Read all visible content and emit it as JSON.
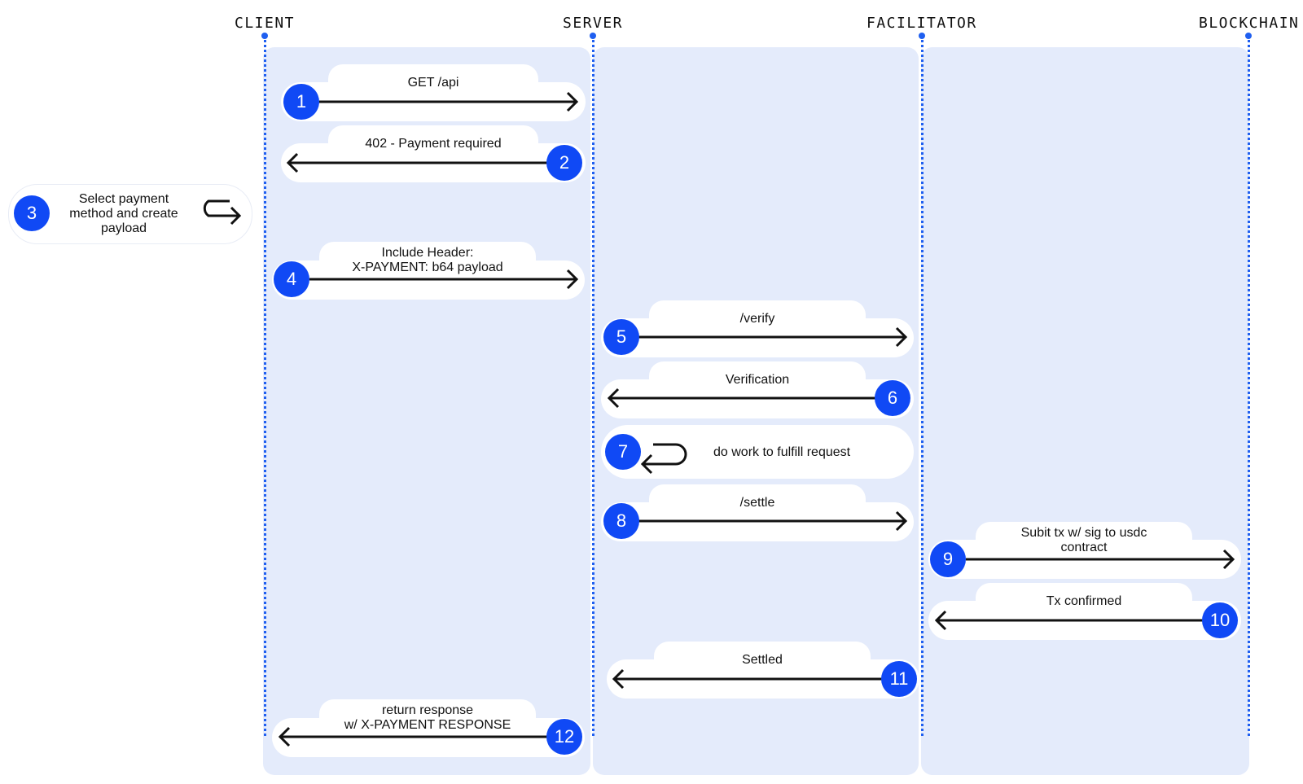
{
  "actors": [
    {
      "id": "client",
      "label": "CLIENT"
    },
    {
      "id": "server",
      "label": "SERVER"
    },
    {
      "id": "facilitator",
      "label": "FACILITATOR"
    },
    {
      "id": "blockchain",
      "label": "BLOCKCHAIN"
    }
  ],
  "steps": [
    {
      "number": "1",
      "label": "GET /api"
    },
    {
      "number": "2",
      "label": "402 - Payment required"
    },
    {
      "number": "3",
      "label": "Select payment method and create payload"
    },
    {
      "number": "4",
      "label_line1": "Include Header:",
      "label_line2": "X-PAYMENT: b64 payload"
    },
    {
      "number": "5",
      "label": "/verify"
    },
    {
      "number": "6",
      "label": "Verification"
    },
    {
      "number": "7",
      "label": "do work to fulfill request"
    },
    {
      "number": "8",
      "label": "/settle"
    },
    {
      "number": "9",
      "label_line1": "Subit tx w/ sig to usdc",
      "label_line2": "contract"
    },
    {
      "number": "10",
      "label": "Tx confirmed"
    },
    {
      "number": "11",
      "label": "Settled"
    },
    {
      "number": "12",
      "label_line1": "return response",
      "label_line2": "w/ X-PAYMENT RESPONSE"
    }
  ],
  "colors": {
    "accent": "#1049f5",
    "lane": "#e4ebfb",
    "lifeline": "#1f5ff0"
  }
}
